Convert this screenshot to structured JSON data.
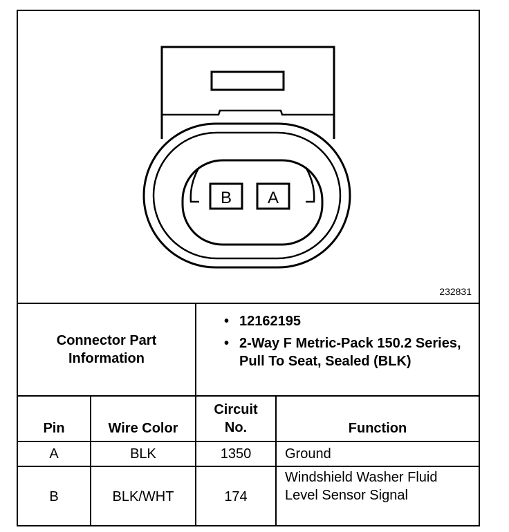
{
  "figure_number": "232831",
  "connector": {
    "pin_labels": [
      "B",
      "A"
    ]
  },
  "part_info": {
    "label": "Connector Part Information",
    "items": [
      "12162195",
      "2-Way F Metric-Pack 150.2 Series, Pull To Seat, Sealed (BLK)"
    ]
  },
  "table": {
    "headers": {
      "pin": "Pin",
      "wire_color": "Wire Color",
      "circuit_no": "Circuit No.",
      "function": "Function"
    },
    "rows": [
      {
        "pin": "A",
        "wire_color": "BLK",
        "circuit_no": "1350",
        "function": "Ground"
      },
      {
        "pin": "B",
        "wire_color": "BLK/WHT",
        "circuit_no": "174",
        "function": "Windshield Washer Fluid Level Sensor Signal"
      }
    ]
  }
}
